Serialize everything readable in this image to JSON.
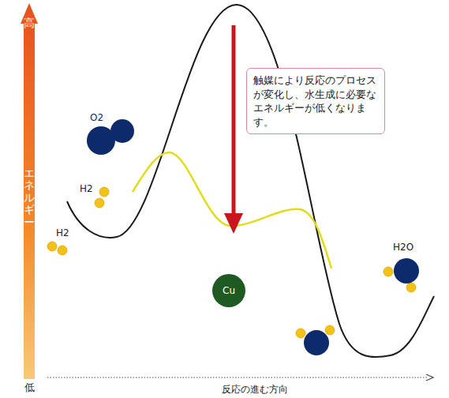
{
  "diagram": {
    "nodes": [
      {
        "text": [
          "触媒により反応のプロセスが変化し、水生成に必要なエネルギーが低くなります。"
        ]
      },
      {
        "text": [
          "Cu"
        ]
      }
    ],
    "labels": [
      "高",
      "エネルギー",
      "低",
      "O2",
      "H2",
      "H2",
      "H2O",
      "反応の進む方向"
    ]
  }
}
